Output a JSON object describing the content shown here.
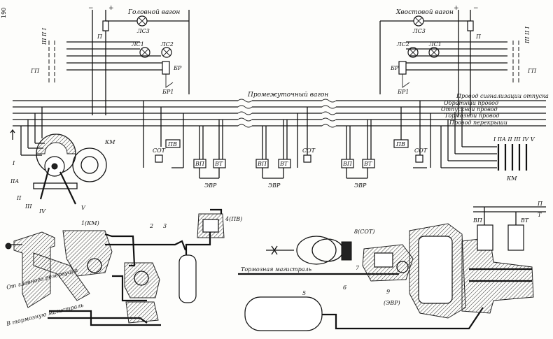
{
  "page_number": "190",
  "head_car": "Головной вагон",
  "tail_car": "Хвостовой вагон",
  "middle_car": "Промежуточный вагон",
  "wire_labels": [
    "Провод сигнализации отпуска",
    "Обратный провод",
    "Отпускной провод",
    "Тормозной провод",
    "Провод перекрыши"
  ],
  "labels": {
    "p": "П",
    "ls3": "ЛС3",
    "ls1": "ЛС1",
    "ls2": "ЛС2",
    "br": "БР",
    "br1": "БР1",
    "pv": "ПВ",
    "sot": "СОТ",
    "vp": "ВП",
    "vt": "ВТ",
    "evr": "ЭВР",
    "km": "КМ",
    "gp": "ГП",
    "roman_pos": "III II I",
    "km_positions": "I IIA II III IV V",
    "plus": "+",
    "minus": "−"
  },
  "km_handle_labels": [
    "I",
    "IIA",
    "II",
    "III",
    "IV",
    "V"
  ],
  "lower_left": {
    "from_reservoir": "От главного резервуара",
    "to_main": "В тормозную магистраль",
    "n1": "1(КМ)",
    "n2": "2",
    "n3": "3",
    "n4": "4(ПВ)"
  },
  "lower_right": {
    "brake_main": "Тормозная магистраль",
    "n5": "5",
    "n6": "6",
    "n7": "7",
    "n8": "8(СОТ)",
    "n9": "9",
    "n9b": "(ЭВР)",
    "vp": "ВП",
    "vt": "ВТ",
    "p": "П",
    "t": "Т"
  }
}
